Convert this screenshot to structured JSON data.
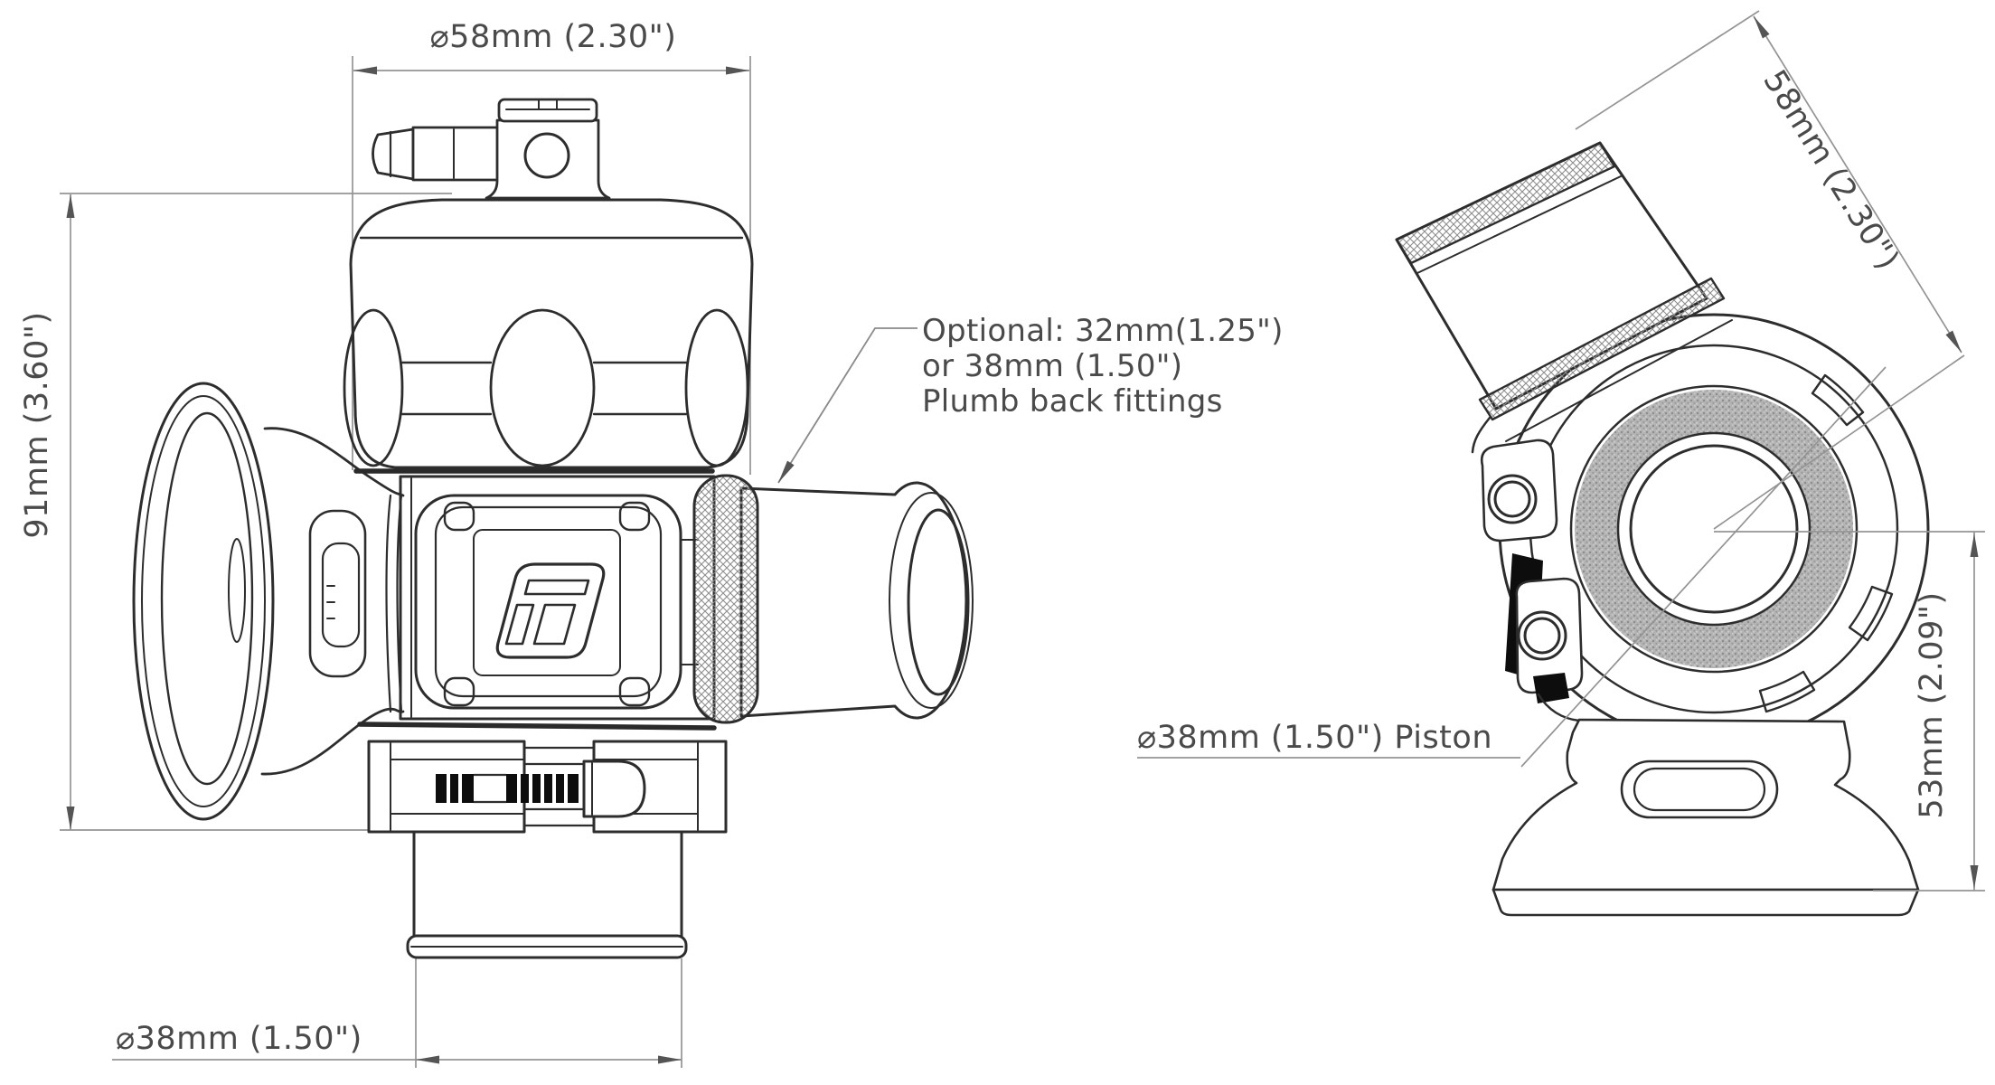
{
  "document": {
    "type": "technical-dimension-drawing",
    "subject": "dual-port blow-off valve",
    "background": "#ffffff"
  },
  "palette": {
    "outline": "#2d2d2d",
    "seam": "#2a2a2a",
    "dimension_line": "#949494",
    "arrow": "#555555",
    "text": "#4a4a4a",
    "hatch": "#8d8d8d",
    "stipple": "#b0b0b0",
    "solid_black": "#0d0d0d"
  },
  "front_view": {
    "name": "front elevation with trumpet vent and plumb-back outlet",
    "dim_top": "⌀58mm (2.30\")",
    "dim_left": "91mm (3.60\")",
    "dim_bottom": "⌀38mm (1.50\")",
    "note": {
      "line1": "Optional: 32mm(1.25\")",
      "line2": "or 38mm (1.50\")",
      "line3": "Plumb back fittings"
    },
    "logo": "turbosmart-t-emblem"
  },
  "side_view": {
    "name": "side elevation with piston bore and mounting base",
    "dim_outlet": "58mm (2.30\")",
    "dim_height": "53mm (2.09\")",
    "label_piston": "⌀38mm (1.50\") Piston"
  }
}
